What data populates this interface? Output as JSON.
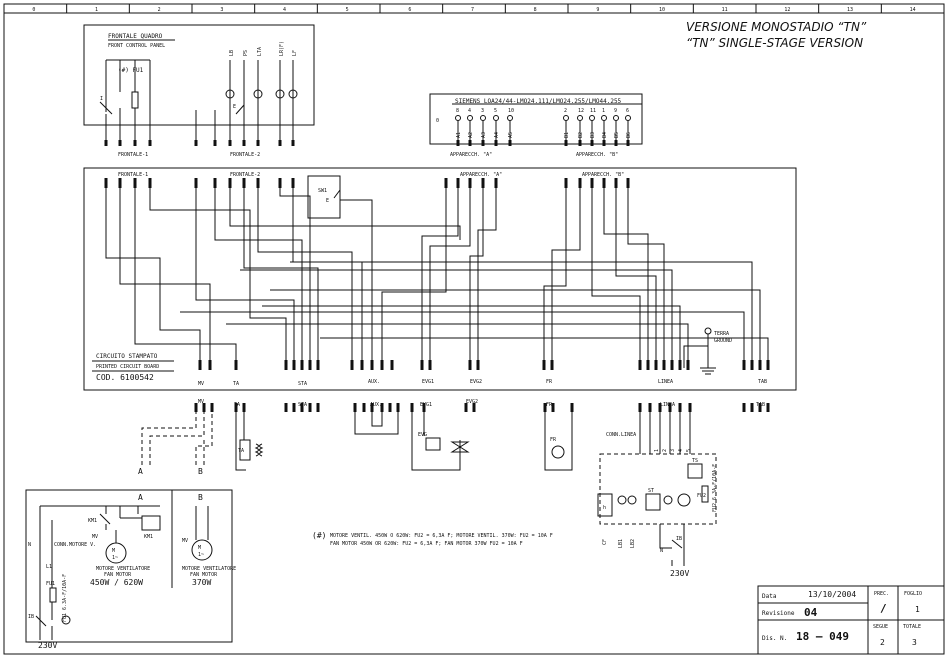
{
  "sheet": {
    "ruler_numbers": [
      "0",
      "1",
      "2",
      "3",
      "4",
      "5",
      "6",
      "7",
      "8",
      "9",
      "10",
      "11",
      "12",
      "13",
      "14"
    ],
    "title_it": "VERSIONE MONOSTADIO “TN”",
    "title_en": "“TN” SINGLE-STAGE VERSION"
  },
  "front_panel": {
    "label_it": "FRONTALE QUADRO",
    "label_en": "FRONT CONTROL PANEL",
    "fuse_label": "(#) FU1",
    "lamps": [
      "LB",
      "PS",
      "LTA",
      "LR(F)",
      "LF"
    ],
    "switch_label": "E",
    "connector1": "FRONTALE-1",
    "connector2": "FRONTALE-2"
  },
  "siemens": {
    "label": "SIEMENS LOA24/44-LMO24.111/LMO24.255/LMO44.255",
    "top_terminals": [
      "8",
      "4",
      "3",
      "5",
      "10",
      "2",
      "12",
      "11",
      "1",
      "9",
      "6"
    ],
    "bottom_terminals_a": [
      "A1",
      "A2",
      "A3",
      "A4",
      "A5"
    ],
    "bottom_terminals_b": [
      "B1",
      "B2",
      "B3",
      "B4",
      "B5",
      "B6"
    ],
    "connector_a": "APPARECCH. \"A\"",
    "connector_b": "APPARECCH. \"B\""
  },
  "board": {
    "top_labels": [
      "FRONTALE-1",
      "FRONTALE-2",
      "APPARECCH. \"A\"",
      "APPARECCH. \"B\""
    ],
    "switch": "SW1",
    "switch_pole": "E",
    "label_it": "CIRCUITO STAMPATO",
    "label_en": "PRINTED CIRCUIT BOARD",
    "code": "COD. 6100542",
    "ground_it": "TERRA",
    "ground_en": "GROUND",
    "bottom_connectors": [
      "MV",
      "TA",
      "STA",
      "AUX.",
      "EVG1",
      "EVG2",
      "FR",
      "LINEA",
      "TAB"
    ]
  },
  "field": {
    "labels": [
      "MV",
      "TA",
      "STA",
      "AUX.",
      "EVG1",
      "EVG2",
      "FR",
      "LINEA",
      "TAB"
    ],
    "ab_a": "A",
    "ab_b": "B",
    "ta_coil": "TA",
    "evg_label": "EVG",
    "fr_label": "FR",
    "linea_conn": "CONN.LINEA",
    "ts": "TS",
    "st": "ST",
    "fu2": "FU2",
    "fu2_rating": "FU2 6.3A-F/10A-F",
    "cf": "CF",
    "lb1": "LB1",
    "lb2": "LB2",
    "ib": "IB",
    "h": "h",
    "n": "N",
    "voltage": "230V"
  },
  "motor_box": {
    "a": "A",
    "b": "B",
    "km1": "KM1",
    "km1_coil": "KM1",
    "mv": "MV",
    "mv_b": "MV",
    "conn_motor": "CONN.MOTORE V.",
    "motor_a_it": "MOTORE VENTILATORE",
    "motor_a_en": "FAN MOTOR",
    "motor_a_power": "450W / 620W",
    "motor_b_it": "MOTORE VENTILATORE",
    "motor_b_en": "FAN MOTOR",
    "motor_b_power": "370W",
    "fu1": "FU1",
    "fu1_rating": "FU1 6.3A-F/10A-F",
    "l1": "L1",
    "ib": "IB",
    "n": "N",
    "voltage": "230V",
    "m_symbol": "M",
    "ac_symbol": "1~"
  },
  "note": {
    "mark": "(#)",
    "line_it": "MOTORE VENTIL. 450W O 620W: FU2 = 6,3A F; MOTORE VENTIL. 370W: FU2 = 10A F",
    "line_en": "FAN MOTOR 450W OR 620W: FU2 = 6,3A F; FAN MOTOR 370W FU2 = 10A F"
  },
  "title_block": {
    "data_label": "Data",
    "data_value": "13/10/2004",
    "rev_label": "Revisione",
    "rev_value": "04",
    "dis_label": "Dis. N.",
    "dis_value": "18 – 049",
    "prec_label": "PREC.",
    "prec_value": "/",
    "foglio_label": "FOGLIO",
    "foglio_value": "1",
    "segue_label": "SEGUE",
    "segue_value": "2",
    "totale_label": "TOTALE",
    "totale_value": "3"
  }
}
